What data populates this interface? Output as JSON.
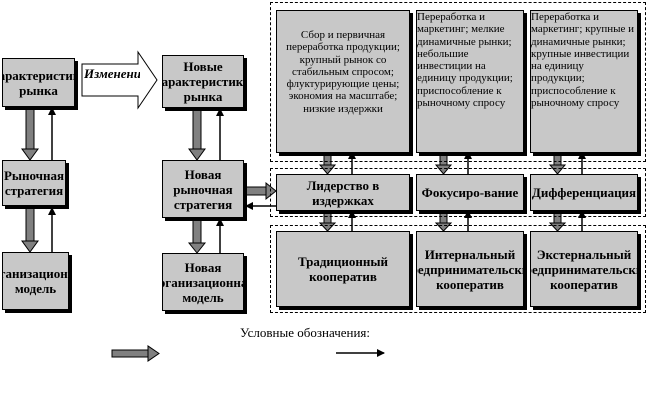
{
  "left_column": {
    "market": "Характеристики рынка",
    "strategy": "Рыночная стратегия",
    "org": "Организационная модель"
  },
  "changes_label": "Изменения",
  "middle_column": {
    "market": "Новые характеристики рынка",
    "strategy": "Новая рыночная стратегия",
    "org": "Новая организационная модель"
  },
  "market_descriptions": [
    "Сбор и первичная переработка продукции; крупный рынок со стабильным спросом; флуктурирующие цены; экономия на масштабе; низкие издержки",
    "Переработка и маркетинг; мелкие динамичные рынки; небольшие инвестиции на единицу продукции; приспособление к рыночному спросу",
    "Переработка и маркетинг; крупные и динамичные рынки; крупные инвестиции на единицу продукции; приспособление к рыночному спросу"
  ],
  "strategies": [
    "Лидерство в издержках",
    "Фокусиро-вание",
    "Дифференциация"
  ],
  "org_models": [
    "Традиционный кооператив",
    "Интернальный предпринимательский кооператив",
    "Экстернальный предпринимательский кооператив"
  ],
  "legend": {
    "title": "Условные обозначения:"
  },
  "colors": {
    "box_fill": "#c8c8c8",
    "arrow_fill": "#808080",
    "line": "#000000"
  }
}
